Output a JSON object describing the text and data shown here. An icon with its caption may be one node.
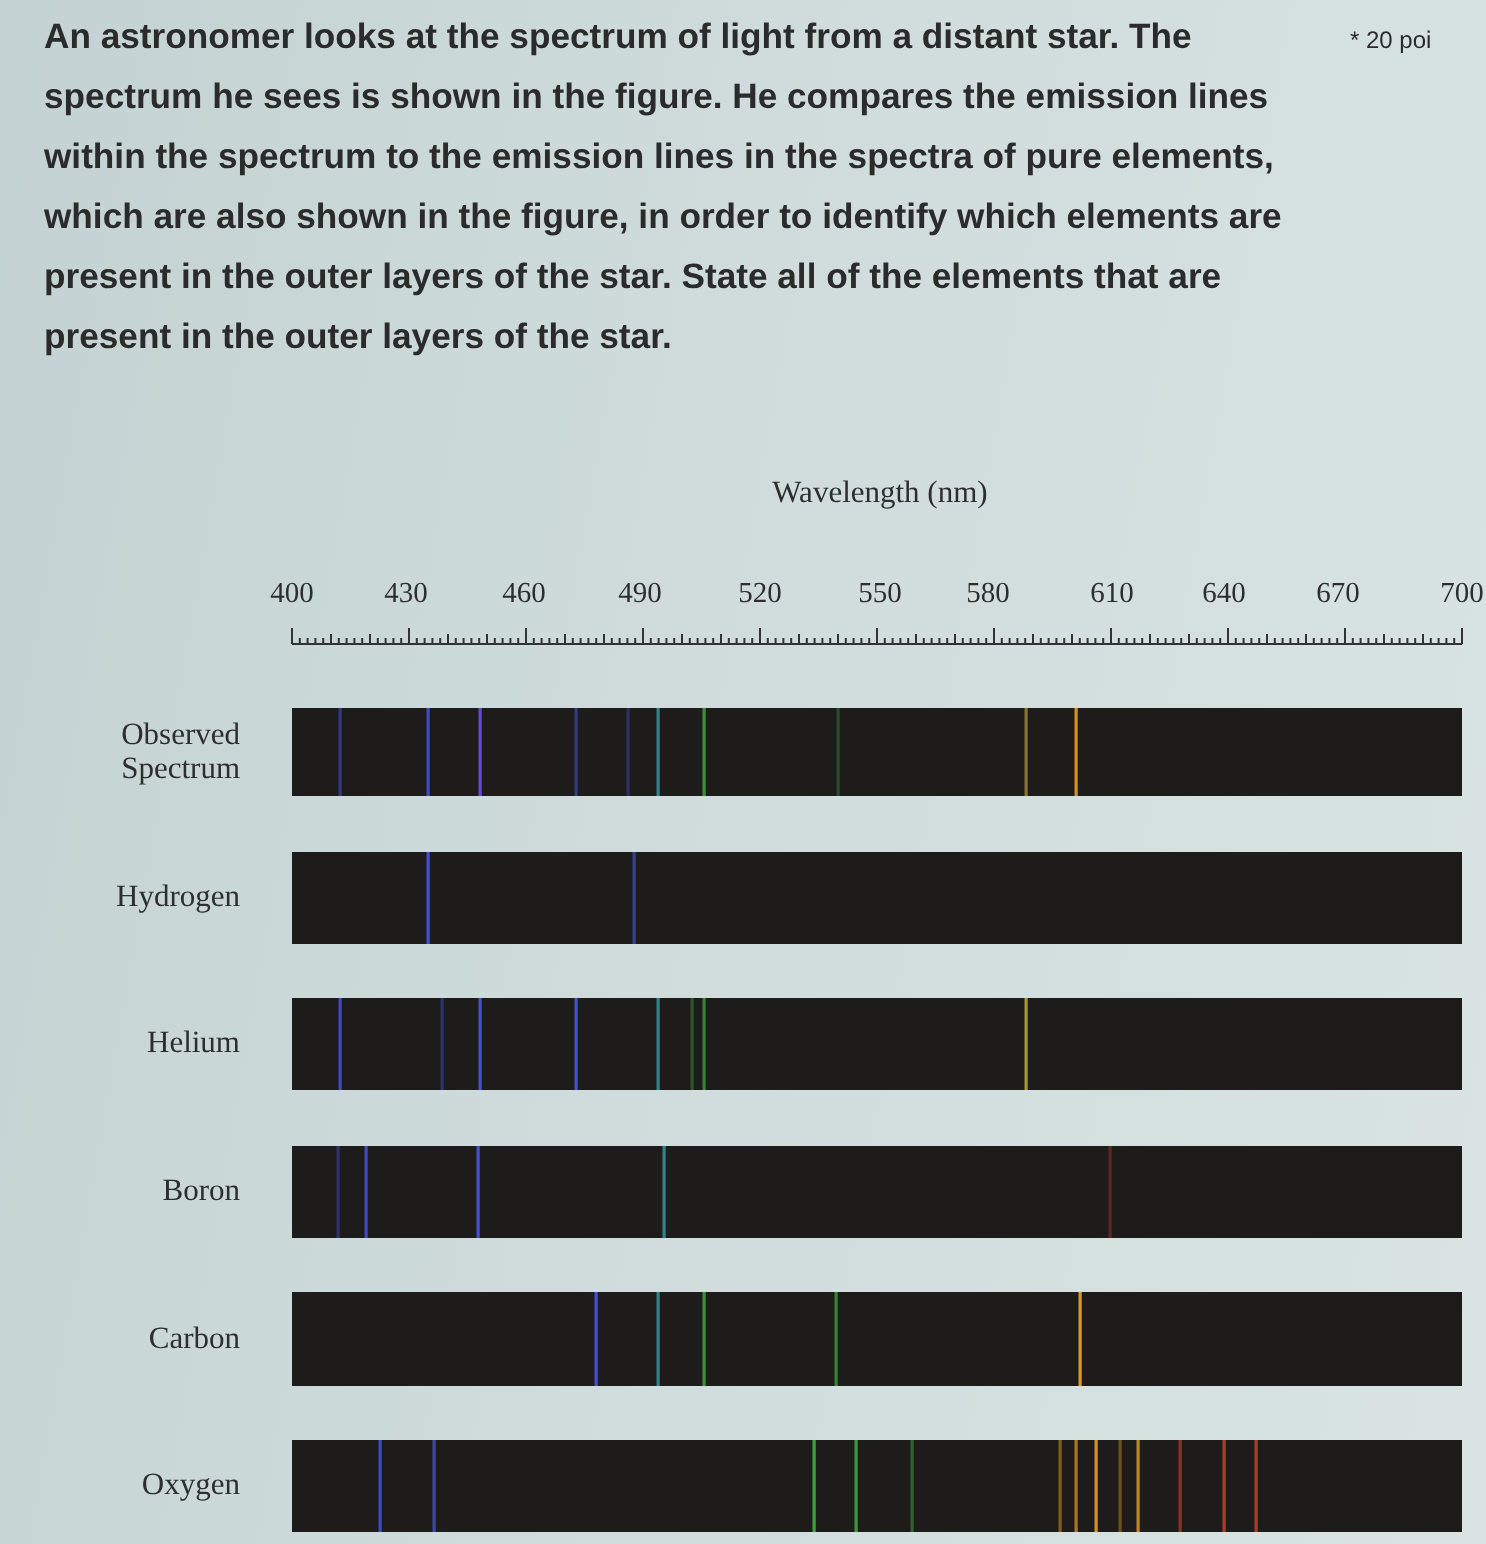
{
  "diagram": {
    "labels": [
      "An astronomer looks at the spectrum of light from a distant star. The spectrum he sees is shown in the figure. He compares the emission lines within the spectrum to the emission lines in the spectra of pure elements, which are also shown in the figure, in order to identify which elements are present in the outer layers of the star. State all of the elements that are present in the outer layers of the star.",
      "* 20 poi",
      "Wavelength (nm)",
      "400",
      "430",
      "460",
      "490",
      "520",
      "550",
      "580",
      "610",
      "640",
      "670",
      "700",
      "Observed Spectrum",
      "Hydrogen",
      "Helium",
      "Boron",
      "Carbon",
      "Oxygen"
    ]
  }
}
